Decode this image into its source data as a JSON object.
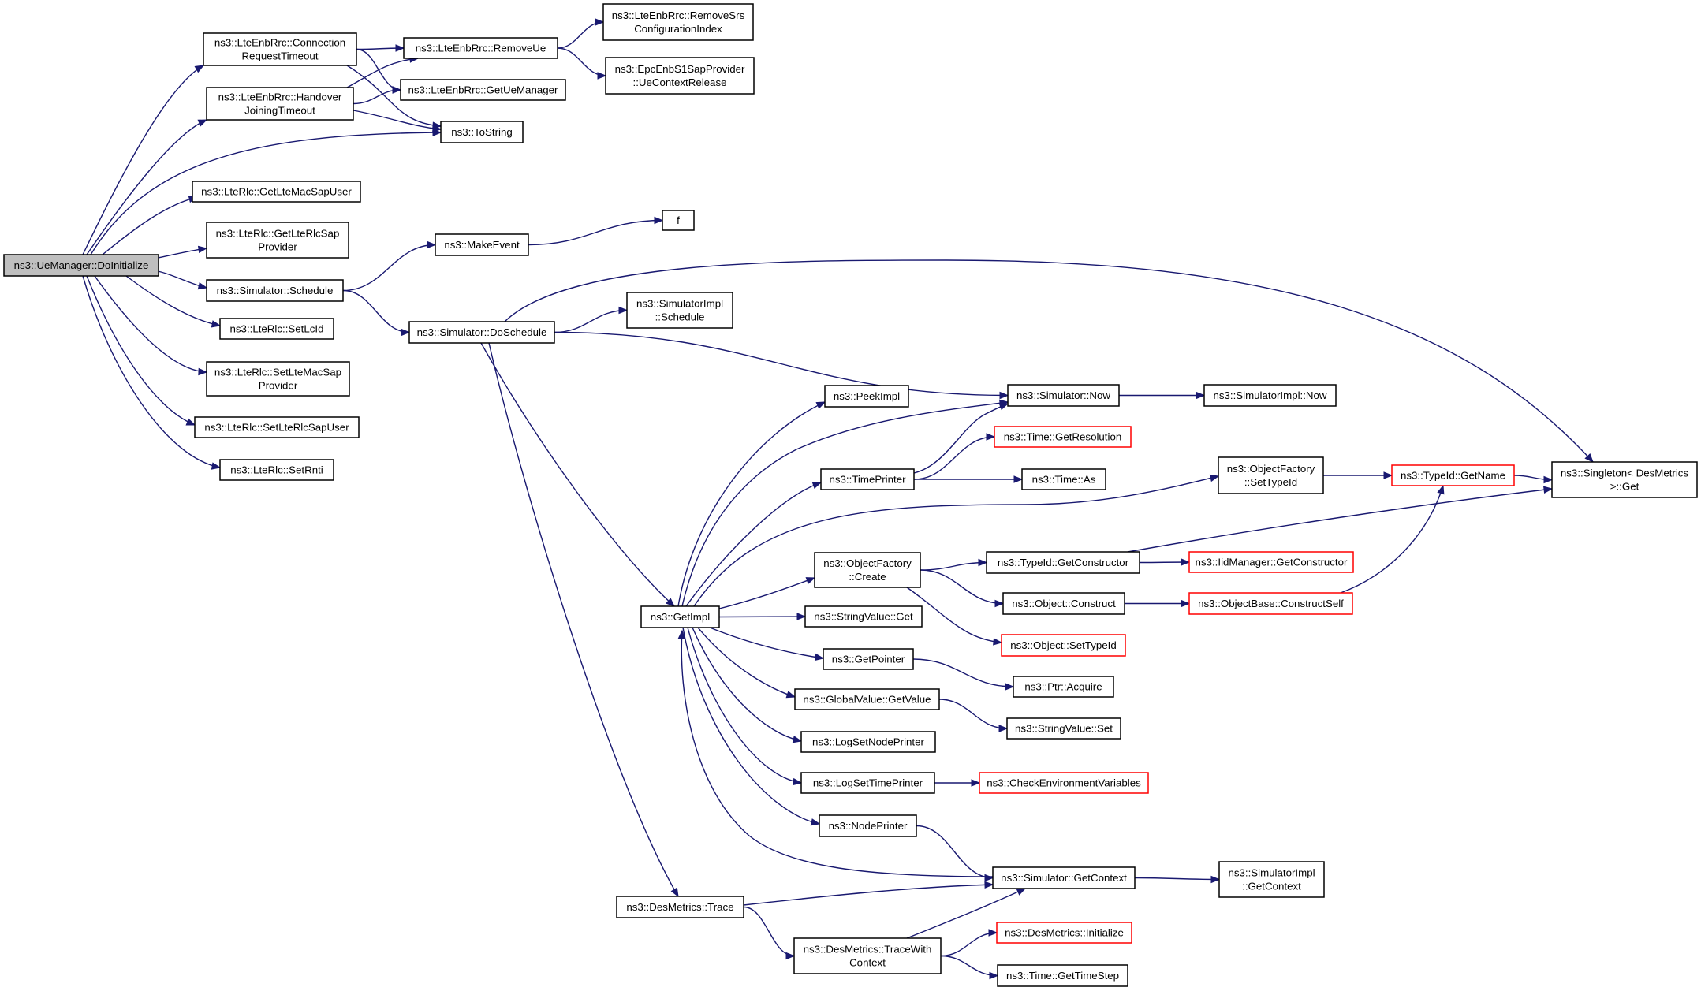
{
  "diagram": {
    "colors": {
      "edge": "#191970",
      "root_fill": "#bfbfbf",
      "red_border": "#ff0000"
    },
    "nodes": [
      {
        "id": "doinit",
        "lines": [
          "ns3::UeManager::DoInitialize"
        ],
        "root": true
      },
      {
        "id": "connreq",
        "lines": [
          "ns3::LteEnbRrc::Connection",
          "RequestTimeout"
        ]
      },
      {
        "id": "hojoin",
        "lines": [
          "ns3::LteEnbRrc::Handover",
          "JoiningTimeout"
        ]
      },
      {
        "id": "removeue",
        "lines": [
          "ns3::LteEnbRrc::RemoveUe"
        ]
      },
      {
        "id": "getuemgr",
        "lines": [
          "ns3::LteEnbRrc::GetUeManager"
        ]
      },
      {
        "id": "tostring",
        "lines": [
          "ns3::ToString"
        ]
      },
      {
        "id": "removesrs",
        "lines": [
          "ns3::LteEnbRrc::RemoveSrs",
          "ConfigurationIndex"
        ]
      },
      {
        "id": "uectxrel",
        "lines": [
          "ns3::EpcEnbS1SapProvider",
          "::UeContextRelease"
        ]
      },
      {
        "id": "getmacsap",
        "lines": [
          "ns3::LteRlc::GetLteMacSapUser"
        ]
      },
      {
        "id": "getrlcsap",
        "lines": [
          "ns3::LteRlc::GetLteRlcSap",
          "Provider"
        ]
      },
      {
        "id": "schedule",
        "lines": [
          "ns3::Simulator::Schedule"
        ]
      },
      {
        "id": "makeevent",
        "lines": [
          "ns3::MakeEvent"
        ]
      },
      {
        "id": "f",
        "lines": [
          "f"
        ]
      },
      {
        "id": "setlcid",
        "lines": [
          "ns3::LteRlc::SetLcId"
        ]
      },
      {
        "id": "setmacsap",
        "lines": [
          "ns3::LteRlc::SetLteMacSap",
          "Provider"
        ]
      },
      {
        "id": "setrlcsapuser",
        "lines": [
          "ns3::LteRlc::SetLteRlcSapUser"
        ]
      },
      {
        "id": "setrnti",
        "lines": [
          "ns3::LteRlc::SetRnti"
        ]
      },
      {
        "id": "doschedule",
        "lines": [
          "ns3::Simulator::DoSchedule"
        ]
      },
      {
        "id": "implschedule",
        "lines": [
          "ns3::SimulatorImpl",
          "::Schedule"
        ]
      },
      {
        "id": "singleton",
        "lines": [
          "ns3::Singleton< DesMetrics",
          ">::Get"
        ]
      },
      {
        "id": "simnow",
        "lines": [
          "ns3::Simulator::Now"
        ]
      },
      {
        "id": "implnow",
        "lines": [
          "ns3::SimulatorImpl::Now"
        ]
      },
      {
        "id": "peekimpl",
        "lines": [
          "ns3::PeekImpl"
        ]
      },
      {
        "id": "getresolution",
        "lines": [
          "ns3::Time::GetResolution"
        ],
        "red": true
      },
      {
        "id": "timeprinter",
        "lines": [
          "ns3::TimePrinter"
        ]
      },
      {
        "id": "timeas",
        "lines": [
          "ns3::Time::As"
        ]
      },
      {
        "id": "ofsettypeid",
        "lines": [
          "ns3::ObjectFactory",
          "::SetTypeId"
        ]
      },
      {
        "id": "typeidgetname",
        "lines": [
          "ns3::TypeId::GetName"
        ],
        "red": true
      },
      {
        "id": "ofcreate",
        "lines": [
          "ns3::ObjectFactory",
          "::Create"
        ]
      },
      {
        "id": "typeidgetctor",
        "lines": [
          "ns3::TypeId::GetConstructor"
        ]
      },
      {
        "id": "iidgetctor",
        "lines": [
          "ns3::IidManager::GetConstructor"
        ],
        "red": true
      },
      {
        "id": "objconstruct",
        "lines": [
          "ns3::Object::Construct"
        ]
      },
      {
        "id": "constructself",
        "lines": [
          "ns3::ObjectBase::ConstructSelf"
        ],
        "red": true
      },
      {
        "id": "objsettypeid",
        "lines": [
          "ns3::Object::SetTypeId"
        ],
        "red": true
      },
      {
        "id": "getimpl",
        "lines": [
          "ns3::GetImpl"
        ]
      },
      {
        "id": "strvalget",
        "lines": [
          "ns3::StringValue::Get"
        ]
      },
      {
        "id": "getpointer",
        "lines": [
          "ns3::GetPointer"
        ]
      },
      {
        "id": "ptracquire",
        "lines": [
          "ns3::Ptr::Acquire"
        ]
      },
      {
        "id": "gvgetvalue",
        "lines": [
          "ns3::GlobalValue::GetValue"
        ]
      },
      {
        "id": "strvalset",
        "lines": [
          "ns3::StringValue::Set"
        ]
      },
      {
        "id": "lognodeprinter",
        "lines": [
          "ns3::LogSetNodePrinter"
        ]
      },
      {
        "id": "logtimeprinter",
        "lines": [
          "ns3::LogSetTimePrinter"
        ]
      },
      {
        "id": "checkenv",
        "lines": [
          "ns3::CheckEnvironmentVariables"
        ],
        "red": true
      },
      {
        "id": "nodeprinter",
        "lines": [
          "ns3::NodePrinter"
        ]
      },
      {
        "id": "getcontext",
        "lines": [
          "ns3::Simulator::GetContext"
        ]
      },
      {
        "id": "implgetcontext",
        "lines": [
          "ns3::SimulatorImpl",
          "::GetContext"
        ]
      },
      {
        "id": "dmtrace",
        "lines": [
          "ns3::DesMetrics::Trace"
        ]
      },
      {
        "id": "dmtracectx",
        "lines": [
          "ns3::DesMetrics::TraceWith",
          "Context"
        ]
      },
      {
        "id": "dminit",
        "lines": [
          "ns3::DesMetrics::Initialize"
        ],
        "red": true
      },
      {
        "id": "gettimestep",
        "lines": [
          "ns3::Time::GetTimeStep"
        ]
      }
    ],
    "edges": [
      [
        "doinit",
        "connreq"
      ],
      [
        "doinit",
        "hojoin"
      ],
      [
        "doinit",
        "tostring"
      ],
      [
        "doinit",
        "getmacsap"
      ],
      [
        "doinit",
        "getrlcsap"
      ],
      [
        "doinit",
        "schedule"
      ],
      [
        "doinit",
        "setlcid"
      ],
      [
        "doinit",
        "setmacsap"
      ],
      [
        "doinit",
        "setrlcsapuser"
      ],
      [
        "doinit",
        "setrnti"
      ],
      [
        "connreq",
        "removeue"
      ],
      [
        "connreq",
        "getuemgr"
      ],
      [
        "connreq",
        "tostring"
      ],
      [
        "hojoin",
        "removeue"
      ],
      [
        "hojoin",
        "getuemgr"
      ],
      [
        "hojoin",
        "tostring"
      ],
      [
        "removeue",
        "removesrs"
      ],
      [
        "removeue",
        "uectxrel"
      ],
      [
        "schedule",
        "makeevent"
      ],
      [
        "schedule",
        "doschedule"
      ],
      [
        "makeevent",
        "f"
      ],
      [
        "doschedule",
        "implschedule"
      ],
      [
        "doschedule",
        "singleton"
      ],
      [
        "doschedule",
        "simnow"
      ],
      [
        "doschedule",
        "getimpl"
      ],
      [
        "doschedule",
        "dmtrace"
      ],
      [
        "simnow",
        "implnow"
      ],
      [
        "getimpl",
        "peekimpl"
      ],
      [
        "getimpl",
        "simnow"
      ],
      [
        "getimpl",
        "timeprinter"
      ],
      [
        "getimpl",
        "ofsettypeid"
      ],
      [
        "getimpl",
        "ofcreate"
      ],
      [
        "getimpl",
        "strvalget"
      ],
      [
        "getimpl",
        "getpointer"
      ],
      [
        "getimpl",
        "gvgetvalue"
      ],
      [
        "getimpl",
        "lognodeprinter"
      ],
      [
        "getimpl",
        "logtimeprinter"
      ],
      [
        "getimpl",
        "nodeprinter"
      ],
      [
        "timeprinter",
        "simnow"
      ],
      [
        "timeprinter",
        "getresolution"
      ],
      [
        "timeprinter",
        "timeas"
      ],
      [
        "ofsettypeid",
        "typeidgetname"
      ],
      [
        "typeidgetname",
        "singleton"
      ],
      [
        "ofcreate",
        "typeidgetctor"
      ],
      [
        "ofcreate",
        "objconstruct"
      ],
      [
        "ofcreate",
        "objsettypeid"
      ],
      [
        "typeidgetctor",
        "iidgetctor"
      ],
      [
        "typeidgetctor",
        "singleton"
      ],
      [
        "objconstruct",
        "constructself"
      ],
      [
        "constructself",
        "typeidgetname"
      ],
      [
        "getpointer",
        "ptracquire"
      ],
      [
        "gvgetvalue",
        "strvalset"
      ],
      [
        "logtimeprinter",
        "checkenv"
      ],
      [
        "nodeprinter",
        "getcontext"
      ],
      [
        "getcontext",
        "implgetcontext"
      ],
      [
        "getcontext",
        "getimpl"
      ],
      [
        "dmtrace",
        "getcontext"
      ],
      [
        "dmtrace",
        "dmtracectx"
      ],
      [
        "dmtracectx",
        "getcontext"
      ],
      [
        "dmtracectx",
        "dminit"
      ],
      [
        "dmtracectx",
        "gettimestep"
      ]
    ]
  }
}
